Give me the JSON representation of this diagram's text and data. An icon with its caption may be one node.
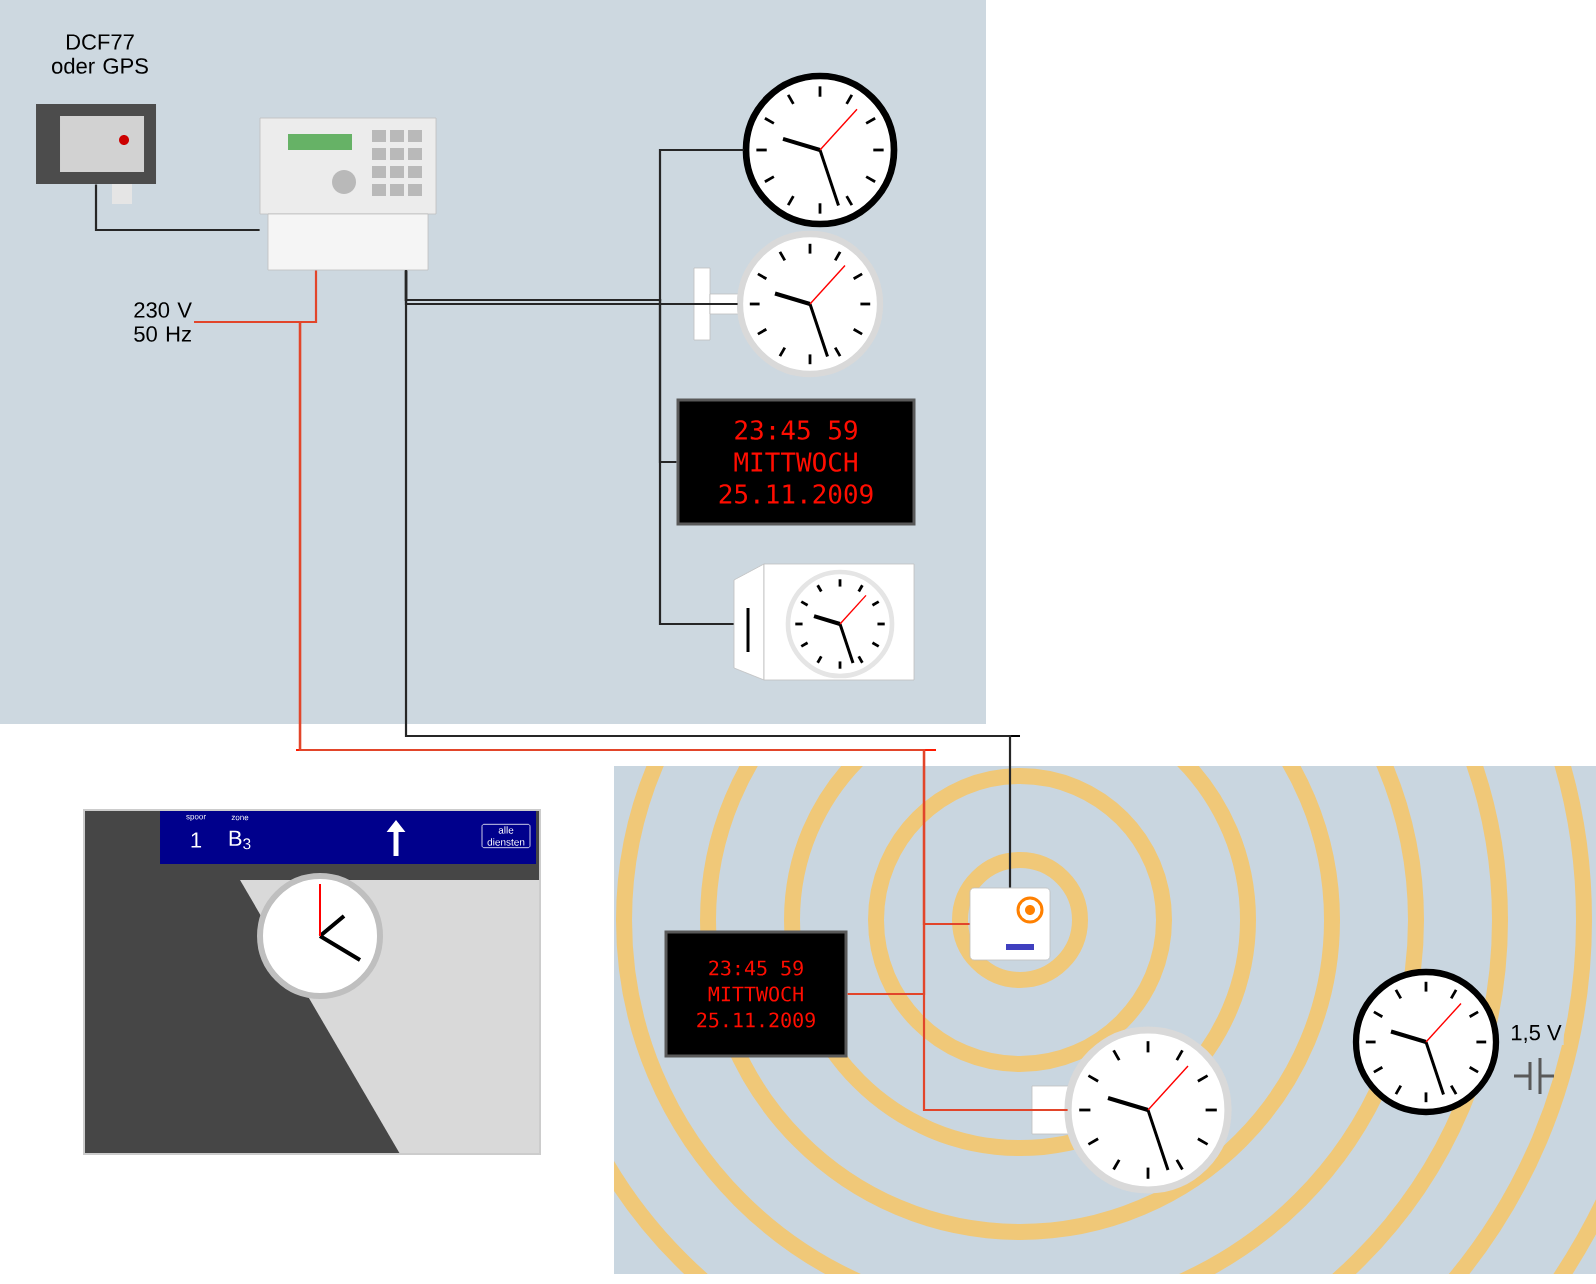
{
  "diagram": {
    "nodes": [
      {
        "text": [
          "DCF77 oder GPS"
        ]
      },
      {
        "text": [],
        "shape": "picture"
      },
      {
        "text": [
          "230 V 50 Hz"
        ]
      },
      {
        "text": [],
        "shape": "picture"
      },
      {
        "text": [],
        "shape": "picture"
      },
      {
        "text": [
          "23:45 59",
          "MITTWOCH",
          "25.11.2009"
        ]
      },
      {
        "text": [],
        "shape": "picture"
      },
      {
        "text": [],
        "shape": "picture"
      },
      {
        "text": [
          "23:45 59",
          "MITTWOCH",
          "25.11.2009"
        ]
      },
      {
        "text": [],
        "shape": "picture"
      },
      {
        "text": [],
        "shape": "picture",
        "beside": [
          "1,5 V"
        ]
      }
    ],
    "edges": [
      {
        "from": 0,
        "to": 1,
        "arrow": "none"
      },
      {
        "from": 2,
        "to": 1,
        "arrow": "none",
        "color": "#e2452a"
      },
      {
        "from": 1,
        "to": 3,
        "arrow": "none"
      },
      {
        "from": 1,
        "to": 4,
        "arrow": "none"
      },
      {
        "from": 1,
        "to": 5,
        "arrow": "none"
      },
      {
        "from": 1,
        "to": 6,
        "arrow": "none"
      },
      {
        "from": 1,
        "to": 7,
        "arrow": "none"
      },
      {
        "from": 2,
        "to": 7,
        "arrow": "none",
        "color": "#e2452a"
      },
      {
        "from": 2,
        "to": 8,
        "arrow": "none",
        "color": "#e2452a"
      },
      {
        "from": 2,
        "to": 9,
        "arrow": "none",
        "color": "#e2452a"
      }
    ],
    "labels": [
      "spoor",
      "1",
      "zone",
      "B$_{3}$",
      "alle diensten"
    ]
  }
}
